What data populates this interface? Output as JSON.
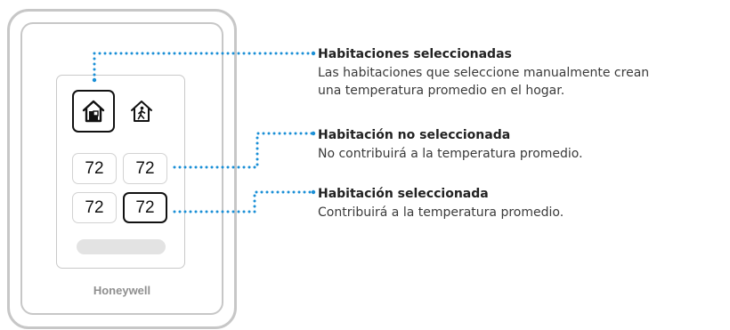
{
  "device": {
    "brand": "Honeywell",
    "tiles": [
      {
        "value": "72",
        "selected": false
      },
      {
        "value": "72",
        "selected": false
      },
      {
        "value": "72",
        "selected": false
      },
      {
        "value": "72",
        "selected": true
      }
    ],
    "mode_icons": [
      "home-selected-rooms-icon",
      "home-occupancy-icon"
    ]
  },
  "callouts": [
    {
      "title": "Habitaciones seleccionadas",
      "lines": [
        "Las habitaciones que seleccione manualmente crean",
        "una temperatura promedio en el hogar."
      ]
    },
    {
      "title": "Habitación no seleccionada",
      "lines": [
        "No contribuirá a la temperatura promedio."
      ]
    },
    {
      "title": "Habitación seleccionada",
      "lines": [
        "Contribuirá a la temperatura promedio."
      ]
    }
  ],
  "colors": {
    "leader": "#1a8fd6",
    "frame": "#c7c7c7",
    "selected_border": "#111111",
    "brand_text": "#8f8f8f"
  }
}
